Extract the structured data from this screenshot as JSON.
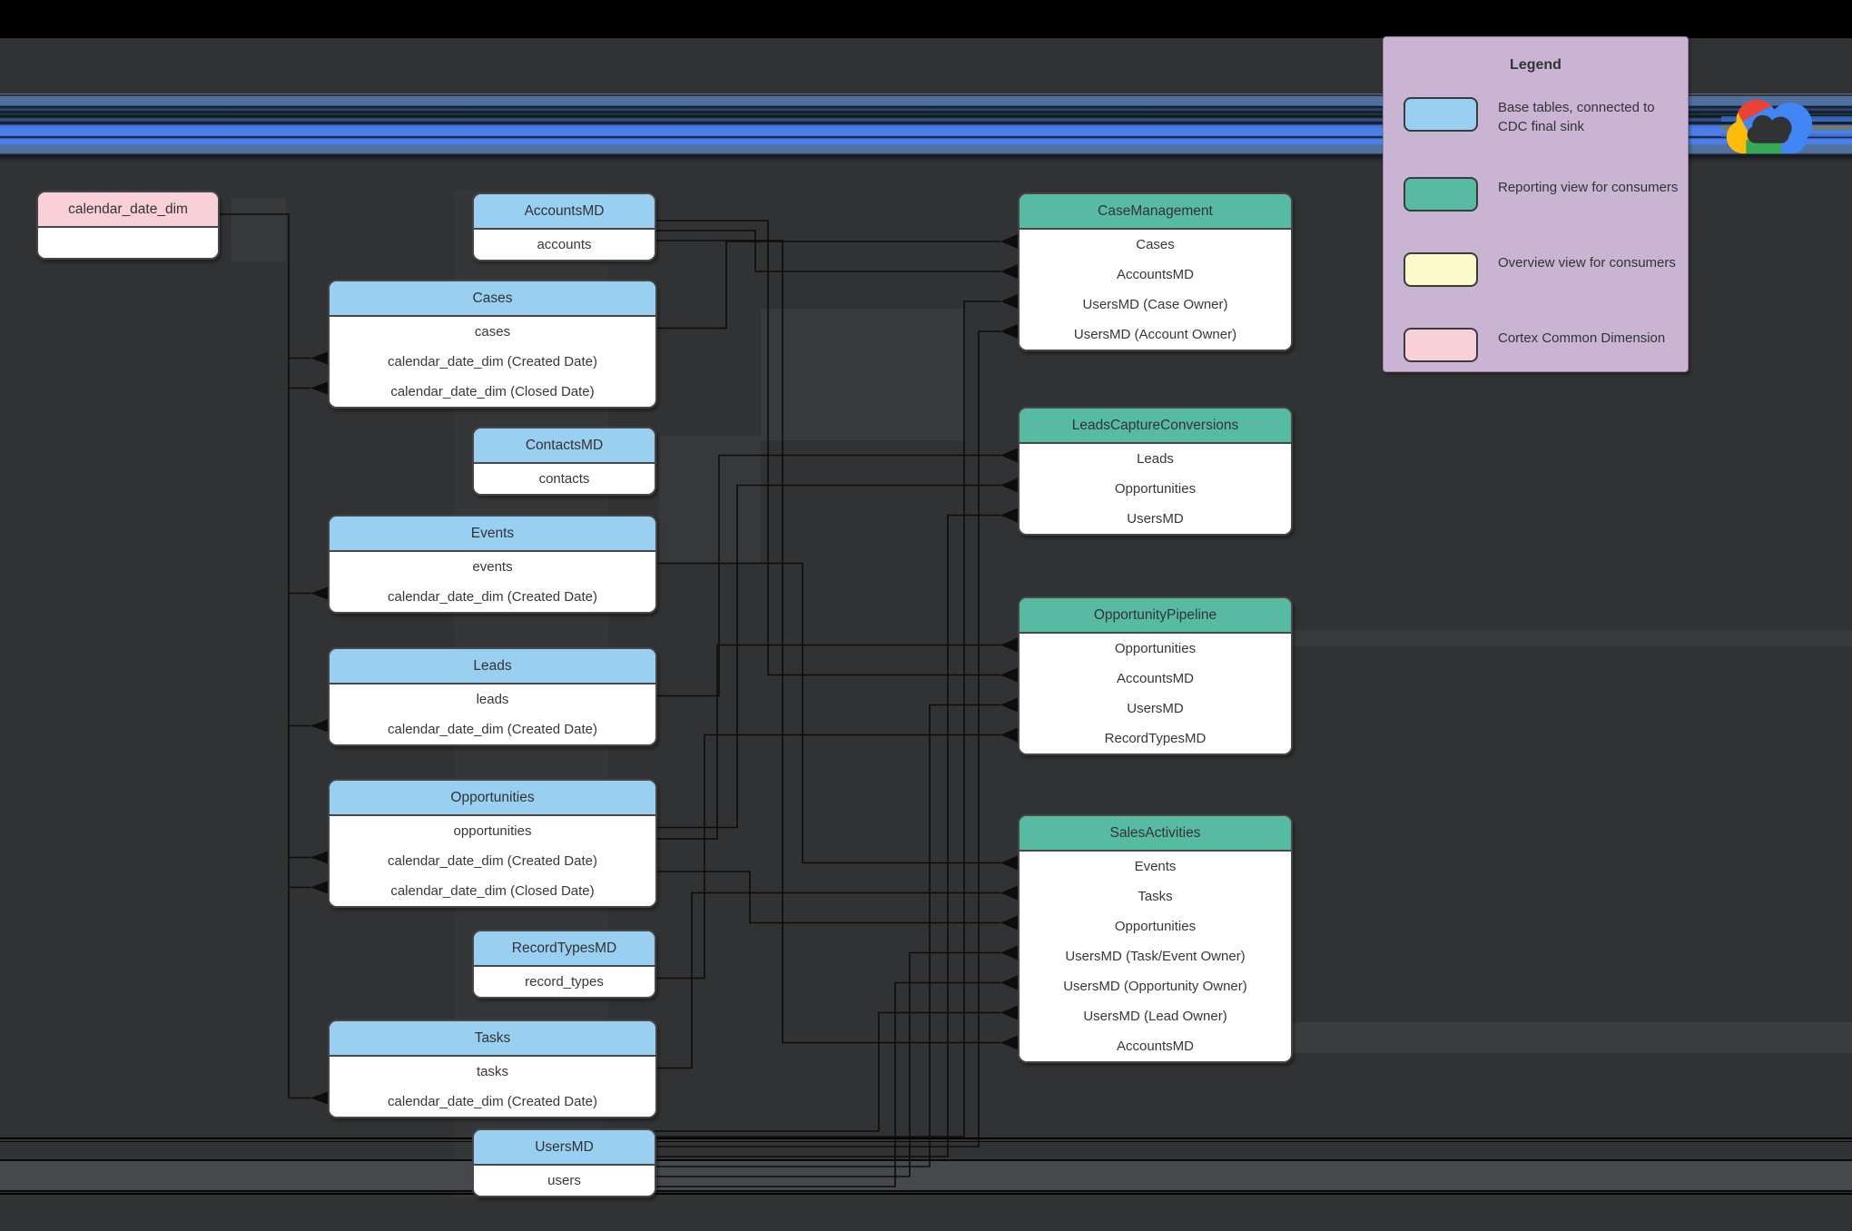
{
  "colors": {
    "canvas_bg": "#313233",
    "base_table_header": "#99cff0",
    "reporting_view_header": "#57bba4",
    "overview_view": "#fbfacb",
    "common_dimension": "#f9d0d7",
    "legend_bg": "#c9b4d3",
    "connector_line": "#0d0d0d",
    "google_logo": [
      "#EA4335",
      "#4285F4",
      "#FBBC05",
      "#34A853"
    ]
  },
  "legend": {
    "title": "Legend",
    "items": [
      {
        "label": "Base tables, connected to CDC final sink",
        "color": "#99cff0"
      },
      {
        "label": "Reporting view for consumers",
        "color": "#57bba4"
      },
      {
        "label": "Overview view for consumers",
        "color": "#fbfacb"
      },
      {
        "label": "Cortex Common Dimension",
        "color": "#f9d0d7"
      }
    ]
  },
  "dimension_table": {
    "title": "calendar_date_dim",
    "rows": []
  },
  "base_tables": [
    {
      "title": "AccountsMD",
      "rows": [
        "accounts"
      ]
    },
    {
      "title": "Cases",
      "rows": [
        "cases",
        "calendar_date_dim (Created Date)",
        "calendar_date_dim (Closed Date)"
      ]
    },
    {
      "title": "ContactsMD",
      "rows": [
        "contacts"
      ]
    },
    {
      "title": "Events",
      "rows": [
        "events",
        "calendar_date_dim (Created Date)"
      ]
    },
    {
      "title": "Leads",
      "rows": [
        "leads",
        "calendar_date_dim (Created Date)"
      ]
    },
    {
      "title": "Opportunities",
      "rows": [
        "opportunities",
        "calendar_date_dim (Created Date)",
        "calendar_date_dim (Closed Date)"
      ]
    },
    {
      "title": "RecordTypesMD",
      "rows": [
        "record_types"
      ]
    },
    {
      "title": "Tasks",
      "rows": [
        "tasks",
        "calendar_date_dim (Created Date)"
      ]
    },
    {
      "title": "UsersMD",
      "rows": [
        "users"
      ]
    }
  ],
  "report_views": [
    {
      "title": "CaseManagement",
      "rows": [
        "Cases",
        "AccountsMD",
        "UsersMD (Case Owner)",
        "UsersMD (Account Owner)"
      ]
    },
    {
      "title": "LeadsCaptureConversions",
      "rows": [
        "Leads",
        "Opportunities",
        "UsersMD"
      ]
    },
    {
      "title": "OpportunityPipeline",
      "rows": [
        "Opportunities",
        "AccountsMD",
        "UsersMD",
        "RecordTypesMD"
      ]
    },
    {
      "title": "SalesActivities",
      "rows": [
        "Events",
        "Tasks",
        "Opportunities",
        "UsersMD (Task/Event Owner)",
        "UsersMD (Opportunity Owner)",
        "UsersMD (Lead Owner)",
        "AccountsMD"
      ]
    }
  ],
  "icons": {
    "logo": "google-cloud-logo"
  }
}
